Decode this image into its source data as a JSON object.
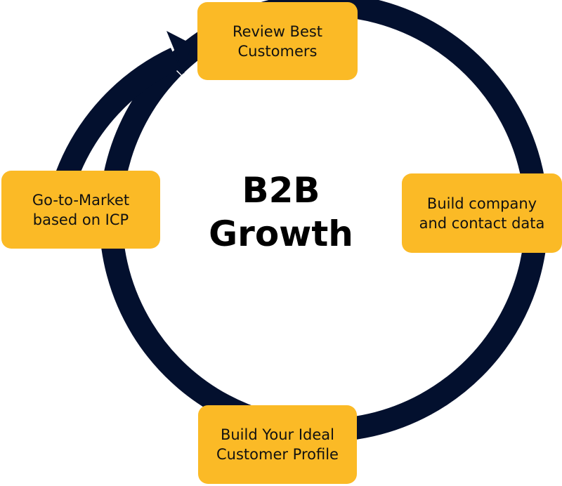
{
  "center": {
    "title_line1": "B2B",
    "title_line2": "Growth"
  },
  "steps": [
    {
      "id": "review",
      "line1": "Review Best",
      "line2": "Customers"
    },
    {
      "id": "build-data",
      "line1": "Build company",
      "line2": "and contact data"
    },
    {
      "id": "build-icp",
      "line1": "Build Your Ideal",
      "line2": "Customer Profile"
    },
    {
      "id": "go-to-market",
      "line1": "Go-to-Market",
      "line2": "based on ICP"
    }
  ],
  "colors": {
    "ring": "#03102E",
    "box": "#FBBA26",
    "text": "#111111"
  },
  "flow": {
    "direction": "clockwise",
    "arrow_points_to": "Review Best Customers"
  }
}
